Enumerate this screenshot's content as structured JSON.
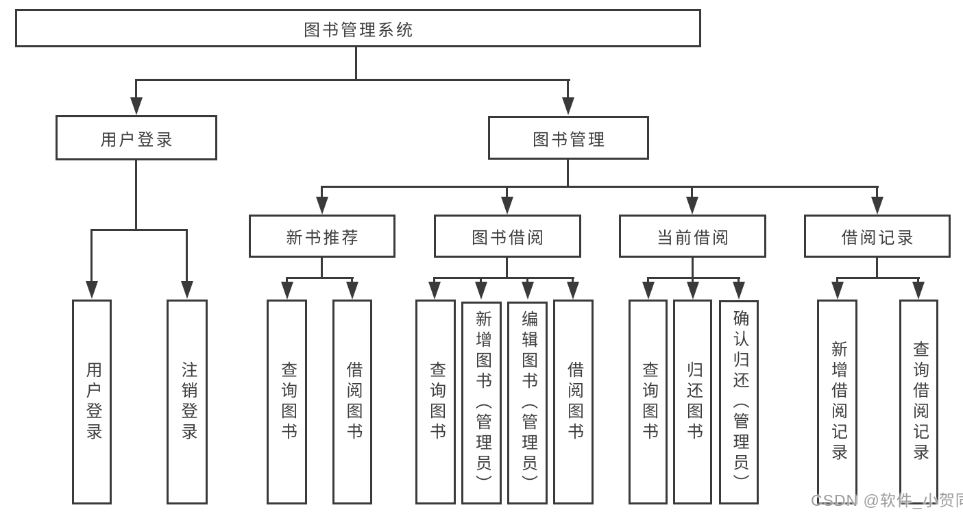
{
  "tree": {
    "label": "图书管理系统",
    "children": [
      {
        "label": "用户登录",
        "children": [
          {
            "label": "用户登录"
          },
          {
            "label": "注销登录"
          }
        ]
      },
      {
        "label": "图书管理",
        "children": [
          {
            "label": "新书推荐",
            "children": [
              {
                "label": "查询图书"
              },
              {
                "label": "借阅图书"
              }
            ]
          },
          {
            "label": "图书借阅",
            "children": [
              {
                "label": "查询图书"
              },
              {
                "label": "新增图书（管理员）"
              },
              {
                "label": "编辑图书（管理员）"
              },
              {
                "label": "借阅图书"
              }
            ]
          },
          {
            "label": "当前借阅",
            "children": [
              {
                "label": "查询图书"
              },
              {
                "label": "归还图书"
              },
              {
                "label": "确认归还（管理员）"
              }
            ]
          },
          {
            "label": "借阅记录",
            "children": [
              {
                "label": "新增借阅记录"
              },
              {
                "label": "查询借阅记录"
              }
            ]
          }
        ]
      }
    ]
  },
  "watermark": {
    "text": "CSDN @软件_小贺同学"
  },
  "colors": {
    "line": "#3a3a3c",
    "text": "#3d3d3f",
    "watermark": "#9c9c9c",
    "background": "#ffffff"
  }
}
